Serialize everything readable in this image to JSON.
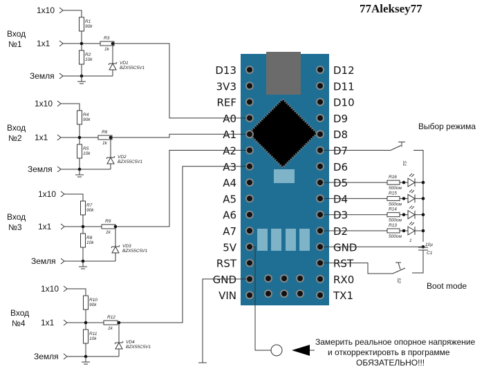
{
  "title": "77Aleksey77",
  "colors": {
    "board": "#1f6f94",
    "chip": "#000000",
    "usb": "#6b6b6b",
    "pad": "#7fb3c8",
    "wire": "#333333"
  },
  "inputs": [
    {
      "name": "Вход",
      "num": "№1",
      "x10": "1x10",
      "x1": "1x1",
      "gnd": "Земля",
      "r_top": "R1",
      "r_top_val": "90k",
      "r_bot": "R2",
      "r_bot_val": "10k",
      "r_ser": "R3",
      "r_ser_val": "1k",
      "zener": "VD1",
      "zener_val": "BZX55C5V1"
    },
    {
      "name": "Вход",
      "num": "№2",
      "x10": "1x10",
      "x1": "1x1",
      "gnd": "Земля",
      "r_top": "R4",
      "r_top_val": "90k",
      "r_bot": "R5",
      "r_bot_val": "10k",
      "r_ser": "R6",
      "r_ser_val": "1k",
      "zener": "VD2",
      "zener_val": "BZX55C5V1"
    },
    {
      "name": "Вход",
      "num": "№3",
      "x10": "1x10",
      "x1": "1x1",
      "gnd": "Земля",
      "r_top": "R7",
      "r_top_val": "90k",
      "r_bot": "R8",
      "r_bot_val": "10k",
      "r_ser": "R9",
      "r_ser_val": "1k",
      "zener": "VD3",
      "zener_val": "BZX55C5V1"
    },
    {
      "name": "Вход",
      "num": "№4",
      "x10": "1x10",
      "x1": "1x1",
      "gnd": "Земля",
      "r_top": "R10",
      "r_top_val": "90k",
      "r_bot": "R11",
      "r_bot_val": "10k",
      "r_ser": "R12",
      "r_ser_val": "1k",
      "zener": "VD4",
      "zener_val": "BZX55C5V1"
    }
  ],
  "board": {
    "left_pins": [
      "D13",
      "3V3",
      "REF",
      "A0",
      "A1",
      "A2",
      "A3",
      "A4",
      "A5",
      "A6",
      "A7",
      "5V",
      "RST",
      "GND",
      "VIN"
    ],
    "right_pins": [
      "D12",
      "D11",
      "D10",
      "D9",
      "D8",
      "D7",
      "D6",
      "D5",
      "D4",
      "D3",
      "D2",
      "GND",
      "RST",
      "RX0",
      "TX1"
    ]
  },
  "leds": [
    {
      "r": "R16",
      "r_val": "500ом"
    },
    {
      "r": "R15",
      "r_val": "500ом"
    },
    {
      "r": "R14",
      "r_val": "500ом"
    },
    {
      "r": "R13",
      "r_val": "500ом",
      "led_label": "1"
    }
  ],
  "switch1": {
    "name": "S1",
    "label": "Выбор режима"
  },
  "switch2": {
    "name": "S2",
    "label": "Boot mode"
  },
  "cap": {
    "name": "C1",
    "value": "10µ"
  },
  "note": {
    "line1": "Замерить реальное опорное напряжение",
    "line2": "и откорректировть в программе",
    "line3": "ОБЯЗАТЕЛЬНО!!!"
  }
}
